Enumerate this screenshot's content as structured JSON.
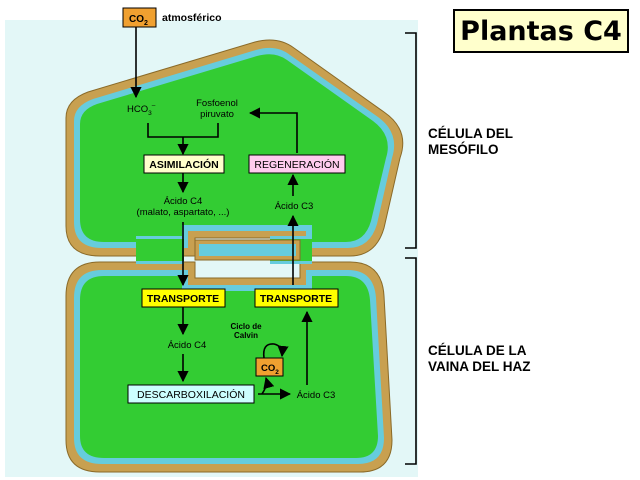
{
  "title": "Plantas C4",
  "co2_source": {
    "box": "CO",
    "box_sub": "2",
    "text": "atmosférico"
  },
  "mesophyll": {
    "label_line1": "CÉLULA DEL",
    "label_line2": "MESÓFILO",
    "hco3": "HCO",
    "hco3_sub": "3",
    "hco3_sup": "–",
    "pep_line1": "Fosfoenol",
    "pep_line2": "piruvato",
    "assimilation": "ASIMILACIÓN",
    "regeneration": "REGENERACIÓN",
    "c4_acid_line1": "Ácido C4",
    "c4_acid_line2": "(malato, aspartato, ...)",
    "c3_acid": "Ácido C3"
  },
  "bundle_sheath": {
    "label_line1": "CÉLULA DE LA",
    "label_line2": "VAINA DEL HAZ",
    "transport_left": "TRANSPORTE",
    "transport_right": "TRANSPORTE",
    "c4_acid": "Ácido C4",
    "calvin_line1": "Ciclo de",
    "calvin_line2": "Calvin",
    "co2_box": "CO",
    "co2_sub": "2",
    "decarboxylation": "DESCARBOXILACIÓN",
    "c3_acid": "Ácido C3"
  },
  "colors": {
    "background_panel": "#e3f7f7",
    "cell_wall": "#c8a050",
    "membrane": "#66ccdd",
    "cytoplasm": "#33cc33",
    "co2_box": "#f0a030",
    "assimilation_box": "#ffffcc",
    "regeneration_box": "#ffccee",
    "transport_box": "#ffff00",
    "decarboxylation_box": "#ccffff"
  }
}
